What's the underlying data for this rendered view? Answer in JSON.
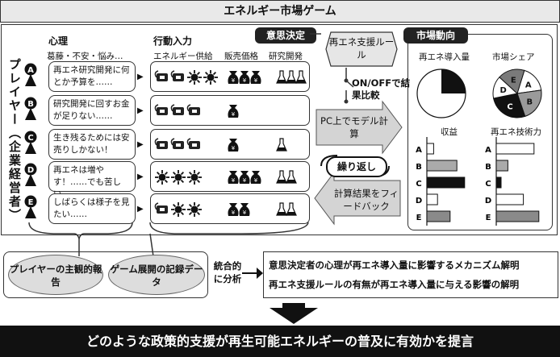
{
  "title": "エネルギー市場ゲーム",
  "headers": {
    "psychology": "心理",
    "psych_sub": "葛藤・不安・悩み…",
    "action": "行動入力",
    "action_cols": [
      "エネルギー供給",
      "販売価格",
      "研究開発"
    ],
    "decision": "意思決定",
    "market": "市場動向"
  },
  "players_label": "プレイヤー（企業経営者）",
  "players": [
    {
      "id": "A",
      "thought": "再エネ研究開発に何とか予算を……",
      "actions": {
        "supply": "plug-plug-sun-sun",
        "price": 3,
        "rd": 3
      }
    },
    {
      "id": "B",
      "thought": "研究開発に回すお金が足りない……",
      "actions": {
        "supply": "plug-plug-plug",
        "price": 1,
        "rd": 0
      }
    },
    {
      "id": "C",
      "thought": "生き残るためには安売りしかない！",
      "actions": {
        "supply": "plug-plug-plug",
        "price": 1,
        "rd": 1
      }
    },
    {
      "id": "D",
      "thought": "再エネは増やす！……でも苦しい。",
      "actions": {
        "supply": "sun-sun-sun",
        "price": 3,
        "rd": 2
      }
    },
    {
      "id": "E",
      "thought": "しばらくは様子を見たい……",
      "actions": {
        "supply": "plug-sun-sun",
        "price": 2,
        "rd": 2
      }
    }
  ],
  "process": {
    "rule": "再エネ支援ルール",
    "onoff": "ON/OFFで結果比較",
    "pc": "PC上でモデル計算",
    "loop": "繰り返し",
    "feedback": "計算結果をフィードバック"
  },
  "market": {
    "adoption_label": "再エネ導入量",
    "share_label": "市場シェア",
    "profit_label": "収益",
    "tech_label": "再エネ技術力",
    "players": [
      "A",
      "B",
      "C",
      "D",
      "E"
    ],
    "share_slices": [
      {
        "id": "A",
        "value": 0.18,
        "color": "#ffffff"
      },
      {
        "id": "B",
        "value": 0.22,
        "color": "#9a9a9a"
      },
      {
        "id": "C",
        "value": 0.27,
        "color": "#111111"
      },
      {
        "id": "D",
        "value": 0.15,
        "color": "#ffffff"
      },
      {
        "id": "E",
        "value": 0.18,
        "color": "#7a7a7a"
      }
    ],
    "adoption_fraction": 0.25,
    "profit": [
      {
        "id": "A",
        "value": 0.14,
        "color": "#ffffff"
      },
      {
        "id": "B",
        "value": 0.62,
        "color": "#aaaaaa"
      },
      {
        "id": "C",
        "value": 0.78,
        "color": "#111111"
      },
      {
        "id": "D",
        "value": 0.22,
        "color": "#ffffff"
      },
      {
        "id": "E",
        "value": 0.48,
        "color": "#8a8a8a"
      }
    ],
    "tech": [
      {
        "id": "A",
        "value": 0.78,
        "color": "#ffffff"
      },
      {
        "id": "B",
        "value": 0.24,
        "color": "#aaaaaa"
      },
      {
        "id": "C",
        "value": 0.1,
        "color": "#111111"
      },
      {
        "id": "D",
        "value": 0.56,
        "color": "#ffffff"
      },
      {
        "id": "E",
        "value": 0.88,
        "color": "#8a8a8a"
      }
    ]
  },
  "bottom": {
    "report": "プレイヤーの主観的報告",
    "record": "ゲーム展開の記録データ",
    "analysis": "統合的に分析",
    "result1": "意思決定者の心理が再エネ導入量に影響するメカニズム解明",
    "result2": "再エネ支援ルールの有無が再エネ導入量に与える影響の解明",
    "conclusion": "どのような政策的支援が再生可能エネルギーの普及に有効かを提言"
  },
  "colors": {
    "dark": "#222222",
    "gray": "#dddddd",
    "arrow": "#cfcfcf"
  }
}
